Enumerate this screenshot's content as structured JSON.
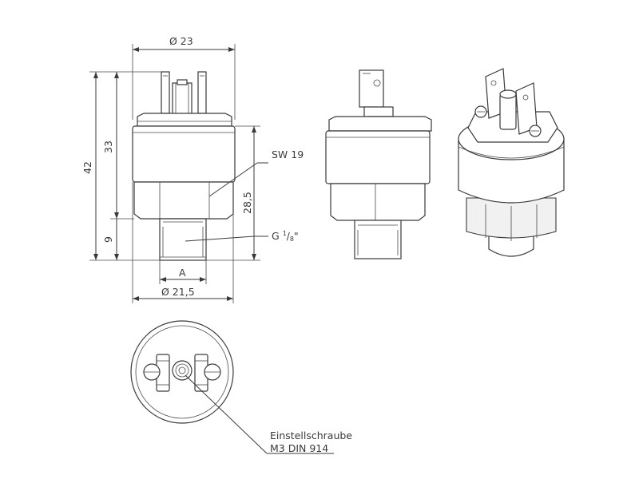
{
  "dimensions": {
    "diameter_top": "Ø 23",
    "height_total": "42",
    "height_body": "33",
    "height_right": "28,5",
    "thread_length": "9",
    "across_flats": "SW 19",
    "thread": "G",
    "thread_num": "1",
    "thread_den": "8",
    "thread_suffix": "\"",
    "width_a": "A",
    "diameter_bottom": "Ø 21,5"
  },
  "labels": {
    "adjust_screw_line1": "Einstellschraube",
    "adjust_screw_line2": "M3 DIN 914"
  }
}
